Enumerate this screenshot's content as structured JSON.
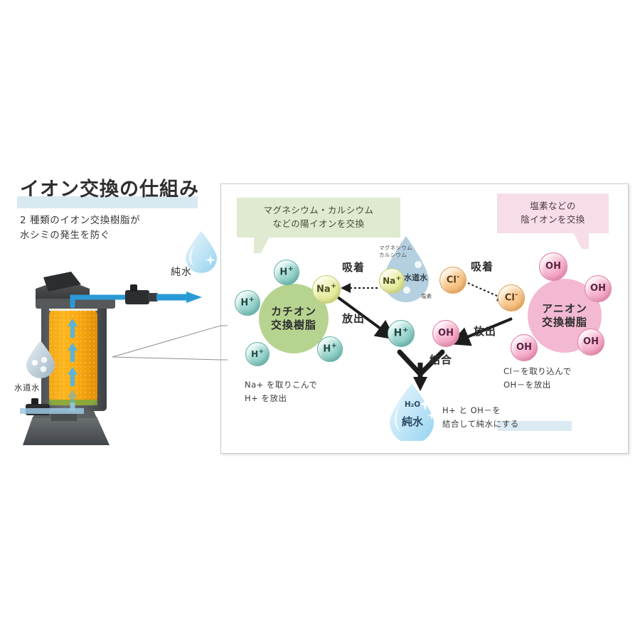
{
  "header": {
    "title": "イオン交換の仕組み",
    "subtitle_line1": "2 種類のイオン交換樹脂が",
    "subtitle_line2": "水シミの発生を防ぐ"
  },
  "device": {
    "pure_water_label": "純水",
    "tap_water_label": "水道水",
    "icons": {
      "pure_drop": "water-drop-icon",
      "tap_drop": "water-drop-icon",
      "flow_arrow": "arrow-right-icon"
    }
  },
  "panel": {
    "callout_left": {
      "line1": "マグネシウム・カルシウム",
      "line2": "などの陽イオンを交換",
      "color": "#dfead0"
    },
    "callout_right": {
      "line1": "塩素などの",
      "line2": "陰イオンを交換",
      "color": "#f7dde8"
    },
    "cation_resin": {
      "line1": "カチオン",
      "line2": "交換樹脂",
      "color": "#b6d490",
      "ions": [
        "H+",
        "H+",
        "H+",
        "H+"
      ],
      "attached_ion": "Na+"
    },
    "anion_resin": {
      "line1": "アニオン",
      "line2": "交換樹脂",
      "color": "#f3b9d2",
      "ions": [
        "OH-",
        "OH-",
        "OH-",
        "OH-"
      ],
      "attached_ion": "Cl-"
    },
    "tap_droplet": {
      "center_label": "水道水",
      "top_line1": "マグネシウム",
      "top_line2": "カルシウム",
      "bottom_label": "塩素",
      "ion_left": "Na+",
      "ion_right": "Cl-"
    },
    "arrows": {
      "adsorb_left": "吸着",
      "release_left": "放出",
      "adsorb_right": "吸着",
      "release_right": "放出",
      "combine": "結合"
    },
    "free_ions": {
      "h_plus": "H+",
      "oh_minus": "OH-"
    },
    "pure_droplet": {
      "formula": "H₂O",
      "label": "純水"
    },
    "caption_left": {
      "line1": "Na+ を取りこんで",
      "line2": "H+ を放出"
    },
    "caption_right": {
      "line1": "Cl－を取り込んで",
      "line2": "OH－を放出"
    },
    "caption_bottom": {
      "line1": "H+ と OH－を",
      "line2": "結合して純水にする"
    }
  },
  "ion_glyphs": {
    "h": "H",
    "h_charge": "+",
    "na": "Na",
    "na_charge": "+",
    "cl": "Cl",
    "cl_charge": "-",
    "oh": "OH",
    "oh_charge": "-"
  }
}
